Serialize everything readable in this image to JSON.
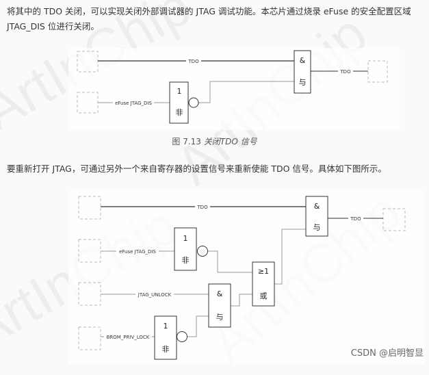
{
  "paragraphs": [
    "将其中的 TDO 关闭，可以实现关闭外部调试器的 JTAG 调试功能。本芯片通过烧录 eFuse 的安全配置区域 JTAG_DIS 位进行关闭。",
    "要重新打开 JTAG，可通过另外一个来自寄存器的设置信号来重新使能 TDO 信号。具体如下图所示。"
  ],
  "figure1": {
    "caption_num": "图 7.13",
    "caption_text": "关闭TDO 信号",
    "signals": {
      "tdo_in": "TDO",
      "tdo_out": "TDO",
      "efuse": "eFuse JTAG_DIS"
    },
    "gates": {
      "and_sym": "&",
      "and_name": "与",
      "not_sym": "1",
      "not_name": "非"
    }
  },
  "figure2": {
    "signals": {
      "tdo_in": "TDO",
      "tdo_out": "TDO",
      "efuse": "eFuse JTAG_DIS",
      "unlock": "JTAG_UNLOCK",
      "brom": "BROM_PRIV_LOCK"
    },
    "gates": {
      "and_sym": "&",
      "and_name": "与",
      "not_sym": "1",
      "not_name": "非",
      "or_sym": "≥1",
      "or_name": "或"
    }
  },
  "watermark": "ArtInChip",
  "credit": "CSDN @启明智显"
}
